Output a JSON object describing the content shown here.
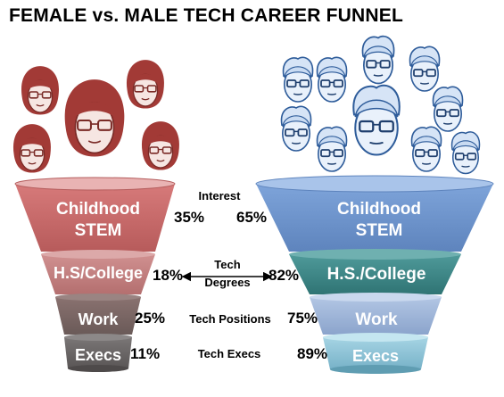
{
  "title": "FEMALE vs. MALE TECH CAREER FUNNEL",
  "chart_data": {
    "type": "funnel",
    "stage_labels": {
      "female": [
        "Childhood STEM",
        "H.S/College",
        "Work",
        "Execs"
      ],
      "male": [
        "Childhood STEM",
        "H.S./College",
        "Work",
        "Execs"
      ]
    },
    "center_labels": [
      "Interest",
      "Tech Degrees",
      "Tech Positions",
      "Tech Execs"
    ],
    "female_values": [
      "35%",
      "18%",
      "25%",
      "11%"
    ],
    "male_values": [
      "65%",
      "82%",
      "75%",
      "89%"
    ],
    "colors": {
      "female": [
        "#c96a6a",
        "#c47a7a",
        "#7d6a68",
        "#6a6565"
      ],
      "male": [
        "#6f95cc",
        "#3f8a8a",
        "#9bb2d6",
        "#8fc3d6"
      ]
    },
    "icons": {
      "female": "female-face-icon",
      "male": "male-face-icon"
    }
  }
}
